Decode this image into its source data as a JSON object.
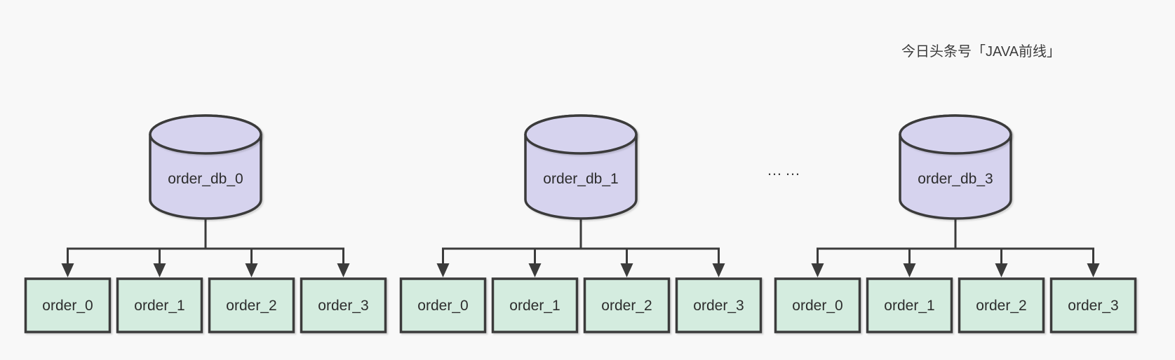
{
  "watermark": {
    "text": "今日头条号「JAVA前线」"
  },
  "diagram": {
    "ellipsis": "……",
    "colors": {
      "background": "#f8f8f8",
      "db_fill": "#d6d3ee",
      "table_fill": "#d4ecdf",
      "stroke": "#3b3b3b",
      "text": "#2d2d2d"
    },
    "groups": [
      {
        "db_label": "order_db_0",
        "tables": [
          "order_0",
          "order_1",
          "order_2",
          "order_3"
        ]
      },
      {
        "db_label": "order_db_1",
        "tables": [
          "order_0",
          "order_1",
          "order_2",
          "order_3"
        ]
      },
      {
        "db_label": "order_db_3",
        "tables": [
          "order_0",
          "order_1",
          "order_2",
          "order_3"
        ]
      }
    ]
  }
}
